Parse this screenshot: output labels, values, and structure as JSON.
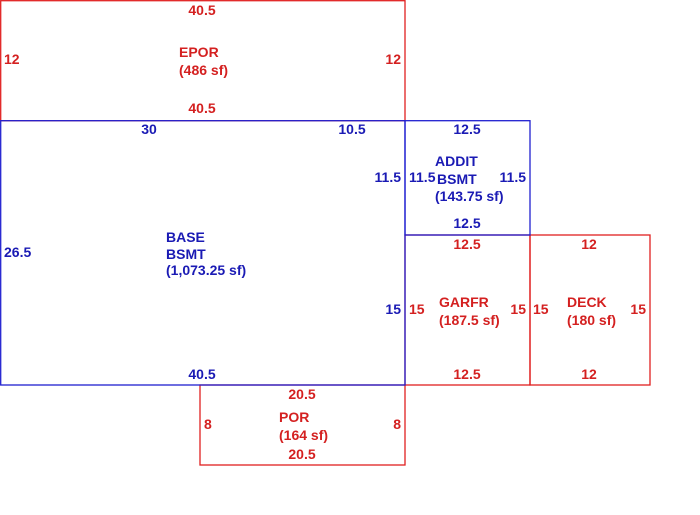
{
  "areas": {
    "epor": {
      "name": "EPOR",
      "area": "(486 sf)",
      "top": "40.5",
      "bottom": "40.5",
      "left": "12",
      "right": "12"
    },
    "base": {
      "name_line1": "BASE",
      "name_line2": "BSMT",
      "area": "(1,073.25 sf)",
      "top_a": "30",
      "top_b": "10.5",
      "left": "26.5",
      "bottom": "40.5",
      "right_a": "11.5",
      "right_b": "15"
    },
    "addit": {
      "name_line1": "ADDIT",
      "name_line2": "BSMT",
      "area": "(143.75 sf)",
      "top": "12.5",
      "bottom": "12.5",
      "left": "11.5",
      "right": "11.5"
    },
    "garfr": {
      "name": "GARFR",
      "area": "(187.5 sf)",
      "top": "12.5",
      "bottom": "12.5",
      "left": "15",
      "right": "15"
    },
    "deck": {
      "name": "DECK",
      "area": "(180 sf)",
      "top": "12",
      "bottom": "12",
      "left": "15",
      "right": "15"
    },
    "por": {
      "name": "POR",
      "area": "(164 sf)",
      "top": "20.5",
      "bottom": "20.5",
      "left": "8",
      "right": "8"
    }
  },
  "colors": {
    "red": "#e02020",
    "blue": "#2020d0"
  }
}
